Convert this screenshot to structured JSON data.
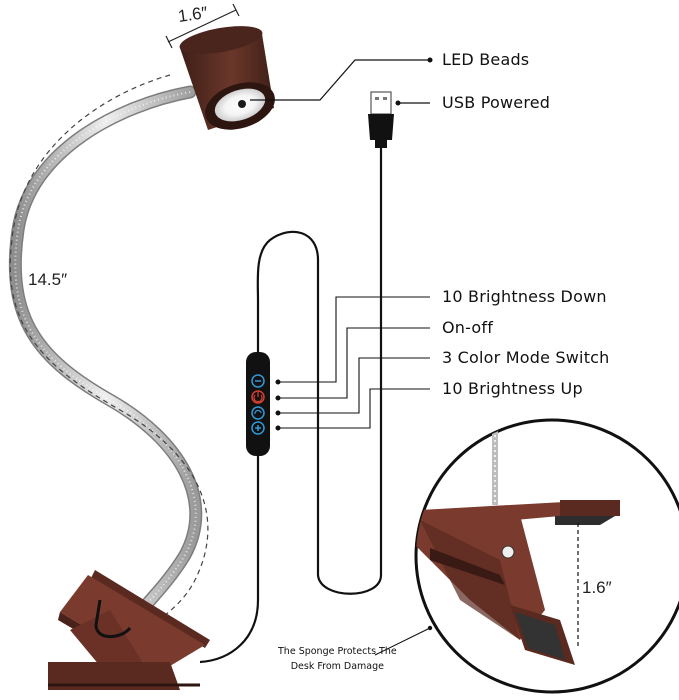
{
  "dimensions": {
    "head_width": "1.6″",
    "gooseneck_length": "14.5″",
    "clamp_opening": "1.6″"
  },
  "callouts": {
    "led_beads": "LED Beads",
    "usb_powered": "USB Powered",
    "brightness_down": "10 Brightness Down",
    "on_off": "On-off",
    "color_mode": "3 Color Mode Switch",
    "brightness_up": "10 Brightness Up"
  },
  "sponge_note": {
    "line1": "The Sponge Protects The",
    "line2": "Desk From Damage"
  },
  "colors": {
    "lamp_brown": "#5a2e24",
    "clamp_brown": "#7a3b2e",
    "metal": "#c8c8c8",
    "cable": "#111111",
    "button_blue": "#2f9ad8",
    "button_red": "#d8402f"
  }
}
